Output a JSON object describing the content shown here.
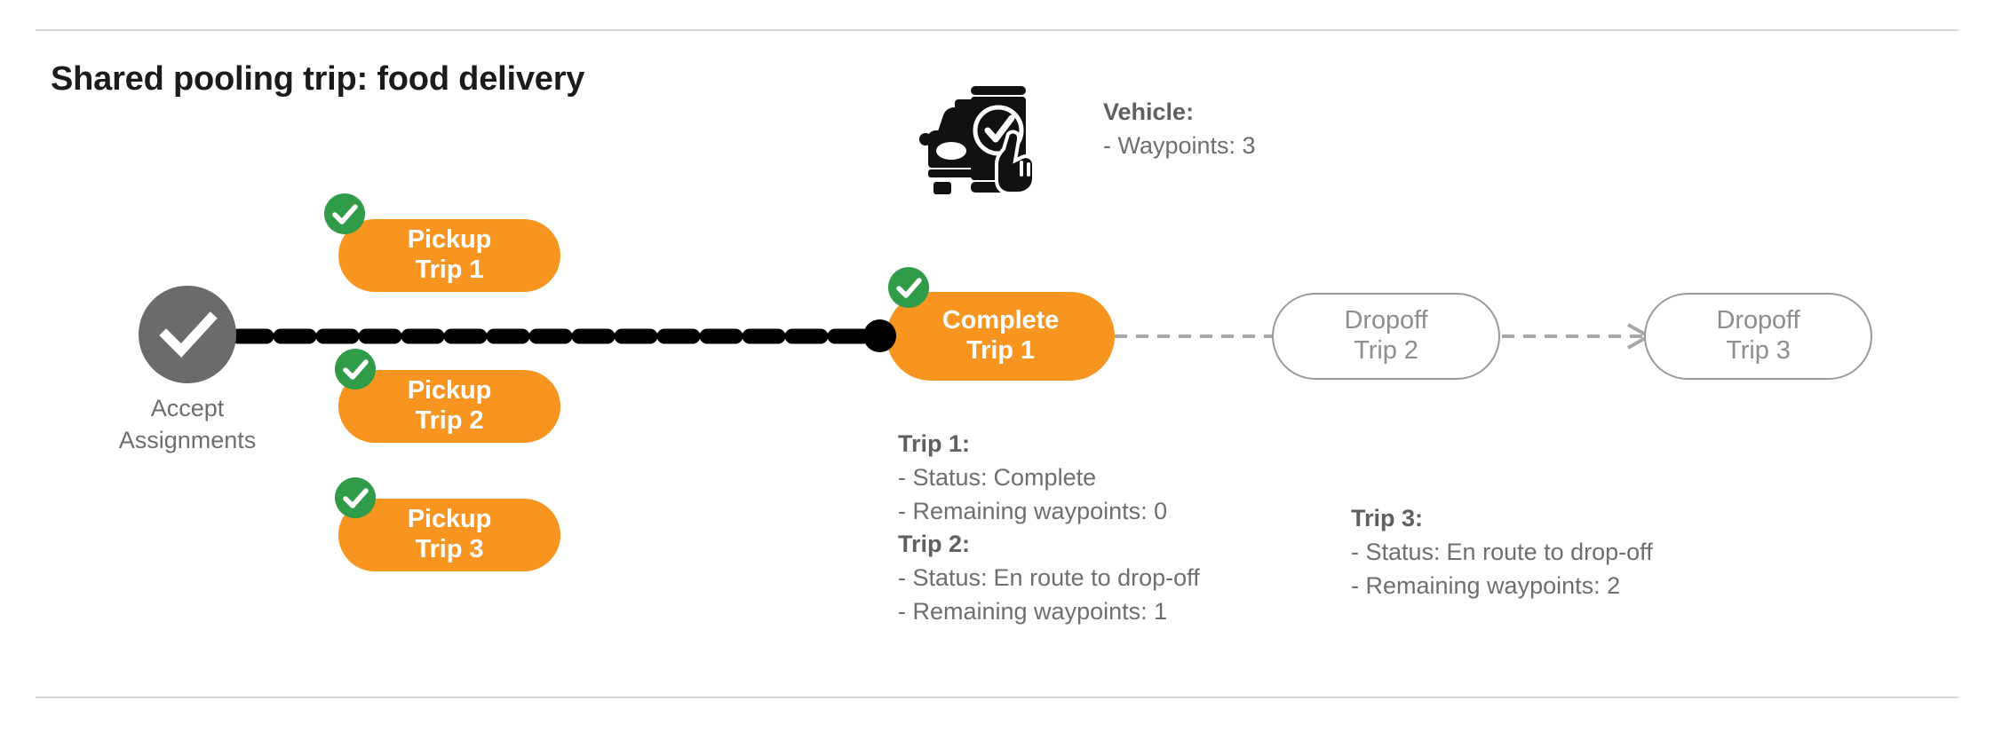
{
  "page": {
    "title": "Shared pooling trip: food delivery"
  },
  "colors": {
    "accent_orange": "#F79520",
    "check_green": "#309C49",
    "node_gray": "#6b6b6b",
    "outline_gray": "#9a9a9a",
    "text_gray": "#6e6e6e",
    "dot_black": "#000000",
    "rule_gray": "#d6d7d9"
  },
  "start_node": {
    "icon": "check-circle-icon",
    "label_line1": "Accept",
    "label_line2": "Assignments"
  },
  "pickups": [
    {
      "line1": "Pickup",
      "line2": "Trip 1",
      "completed": true
    },
    {
      "line1": "Pickup",
      "line2": "Trip 2",
      "completed": true
    },
    {
      "line1": "Pickup",
      "line2": "Trip 3",
      "completed": true
    }
  ],
  "complete_node": {
    "line1": "Complete",
    "line2": "Trip 1",
    "completed": true
  },
  "dropoffs": [
    {
      "line1": "Dropoff",
      "line2": "Trip 2"
    },
    {
      "line1": "Dropoff",
      "line2": "Trip 3"
    }
  ],
  "vehicle": {
    "icon": "car-phone-check-icon",
    "heading": "Vehicle:",
    "waypoints_line": "- Waypoints: 3",
    "waypoints": 3
  },
  "trip_details": [
    {
      "heading": "Trip 1:",
      "status_label": "- Status:",
      "status_value": "Complete",
      "waypoints_line": "- Remaining waypoints: 0",
      "remaining_waypoints": 0
    },
    {
      "heading": "Trip 2:",
      "status_label": "- Status:",
      "status_value": "En route to drop-off",
      "waypoints_line": "- Remaining waypoints: 1",
      "remaining_waypoints": 1
    },
    {
      "heading": "Trip 3:",
      "status_label": "- Status:",
      "status_value": "En route to drop-off",
      "waypoints_line": "- Remaining waypoints: 2",
      "remaining_waypoints": 2
    }
  ]
}
